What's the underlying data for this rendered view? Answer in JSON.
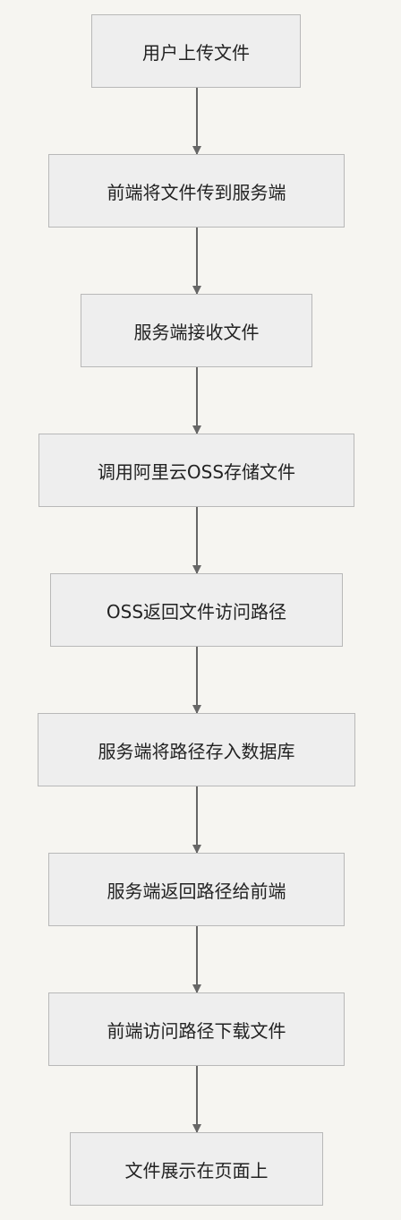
{
  "flow": {
    "steps": [
      "用户上传文件",
      "前端将文件传到服务端",
      "服务端接收文件",
      "调用阿里云OSS存储文件",
      "OSS返回文件访问路径",
      "服务端将路径存入数据库",
      "服务端返回路径给前端",
      "前端访问路径下载文件",
      "文件展示在页面上"
    ]
  },
  "colors": {
    "background": "#f6f5f1",
    "node_fill": "#eeeeee",
    "node_border": "#b8b8b8",
    "arrow": "#666666",
    "text": "#222222"
  }
}
